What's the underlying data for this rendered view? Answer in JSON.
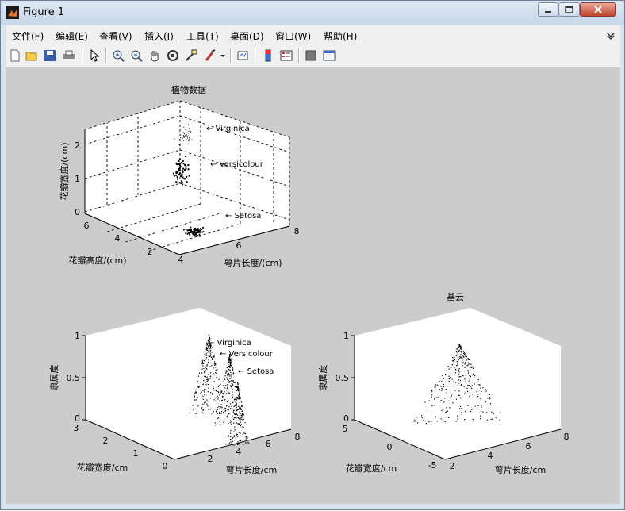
{
  "window": {
    "title": "Figure 1"
  },
  "menu": [
    "文件(F)",
    "编辑(E)",
    "查看(V)",
    "插入(I)",
    "工具(T)",
    "桌面(D)",
    "窗口(W)",
    "帮助(H)"
  ],
  "menu_overflow_icon": "chevron-icon",
  "toolbar": {
    "buttons": [
      "new-figure-icon",
      "open-file-icon",
      "save-icon",
      "print-icon",
      "pointer-icon",
      "zoom-in-icon",
      "zoom-out-icon",
      "pan-icon",
      "rotate-3d-icon",
      "data-cursor-icon",
      "brush-icon",
      "brush-dropdown-icon",
      "link-plot-icon",
      "colorbar-icon",
      "legend-icon",
      "hide-plot-tools-icon",
      "show-plot-tools-icon"
    ]
  },
  "plot1": {
    "title": "植物数据",
    "xlabel": "萼片长度/(cm)",
    "ylabel": "花瓣高度/(cm)",
    "zlabel": "花瓣宽度/(cm)",
    "x_ticks": [
      "4",
      "6",
      "8"
    ],
    "y_ticks": [
      "2",
      "4",
      "6"
    ],
    "z_ticks": [
      "0",
      "1",
      "2"
    ],
    "annotations": [
      "Virginica",
      "Versicolour",
      "Setosa"
    ]
  },
  "plot2": {
    "xlabel": "萼片长度/cm",
    "ylabel": "花瓣宽度/cm",
    "zlabel": "隶属度",
    "x_ticks": [
      "2",
      "4",
      "6",
      "8"
    ],
    "y_ticks": [
      "0",
      "1",
      "2",
      "3"
    ],
    "z_ticks": [
      "0",
      "0.5",
      "1"
    ],
    "annotations": [
      "Virginica",
      "Versicolour",
      "Setosa"
    ]
  },
  "plot3": {
    "title": "基云",
    "xlabel": "萼片长度/cm",
    "ylabel": "花瓣宽度/cm",
    "zlabel": "隶属度",
    "x_ticks": [
      "2",
      "4",
      "6",
      "8"
    ],
    "y_ticks": [
      "-5",
      "0",
      "5"
    ],
    "z_ticks": [
      "0",
      "0.5",
      "1"
    ]
  }
}
